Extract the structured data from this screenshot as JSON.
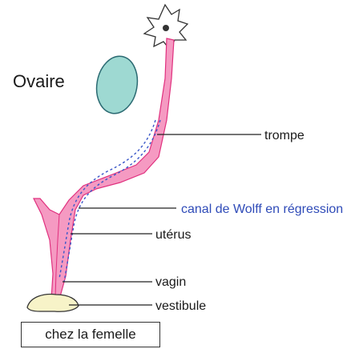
{
  "labels": {
    "ovaire": "Ovaire",
    "trompe": "trompe",
    "canal_wolff": "canal de Wolff en régression",
    "uterus": "utérus",
    "vagin": "vagin",
    "vestibule": "vestibule"
  },
  "caption": "chez la femelle",
  "colors": {
    "duct_fill": "#f59ac2",
    "duct_outline": "#e0307e",
    "ovary_fill": "#9ed9d2",
    "ovary_outline": "#2b6a72",
    "wolff_dashes": "#3a57c8",
    "wolff_label": "#2f4bb8",
    "vestibule_fill": "#f7f3c8"
  }
}
